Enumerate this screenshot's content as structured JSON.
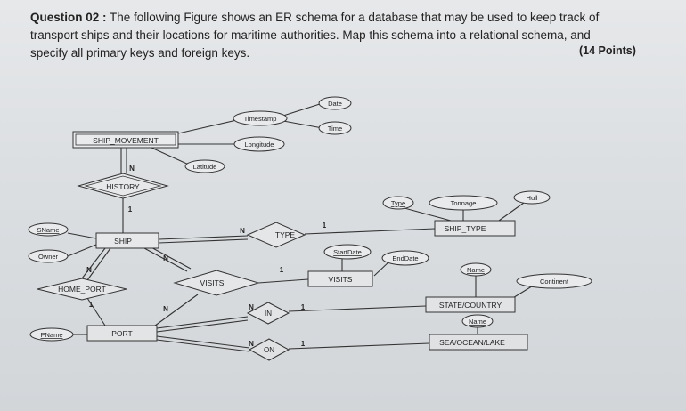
{
  "question": {
    "label": "Question 02 :",
    "line1": " The following Figure shows an ER schema for a database that may be used to keep track of",
    "line2": "transport ships and their locations for maritime authorities. Map this schema into a relational schema, and",
    "line3": "specify all primary keys and foreign keys.",
    "points": "(14 Points)"
  },
  "diagram": {
    "entities": {
      "ship_movement": "SHIP_MOVEMENT",
      "ship": "SHIP",
      "port": "PORT",
      "ship_type": "SHIP_TYPE",
      "state_country": "STATE/COUNTRY",
      "sea_ocean_lake": "SEA/OCEAN/LAKE"
    },
    "relationships": {
      "history": "HISTORY",
      "type": "TYPE",
      "home_port": "HOME_PORT",
      "visits_left": "VISITS",
      "visits": "VISITS",
      "in": "IN",
      "on": "ON"
    },
    "attributes": {
      "date": "Date",
      "time": "Time",
      "timestamp": "Timestamp",
      "longitude": "Longitude",
      "latitude": "Latitude",
      "type": "Type",
      "tonnage": "Tonnage",
      "hull": "Hull",
      "sname": "SName",
      "owner": "Owner",
      "start_date": "StartDate",
      "end_date": "EndDate",
      "name_state": "Name",
      "continent": "Continent",
      "name_sea": "Name",
      "pname": "PName"
    },
    "cardinalities": {
      "history_n": "N",
      "history_1": "1",
      "type_n": "N",
      "type_1": "1",
      "homeport_n": "N",
      "homeport_1": "1",
      "visits_ship_n": "N",
      "visits_port_n": "N",
      "visits_1": "1",
      "in_n": "N",
      "in_1": "1",
      "on_n": "N",
      "on_1": "1"
    }
  }
}
